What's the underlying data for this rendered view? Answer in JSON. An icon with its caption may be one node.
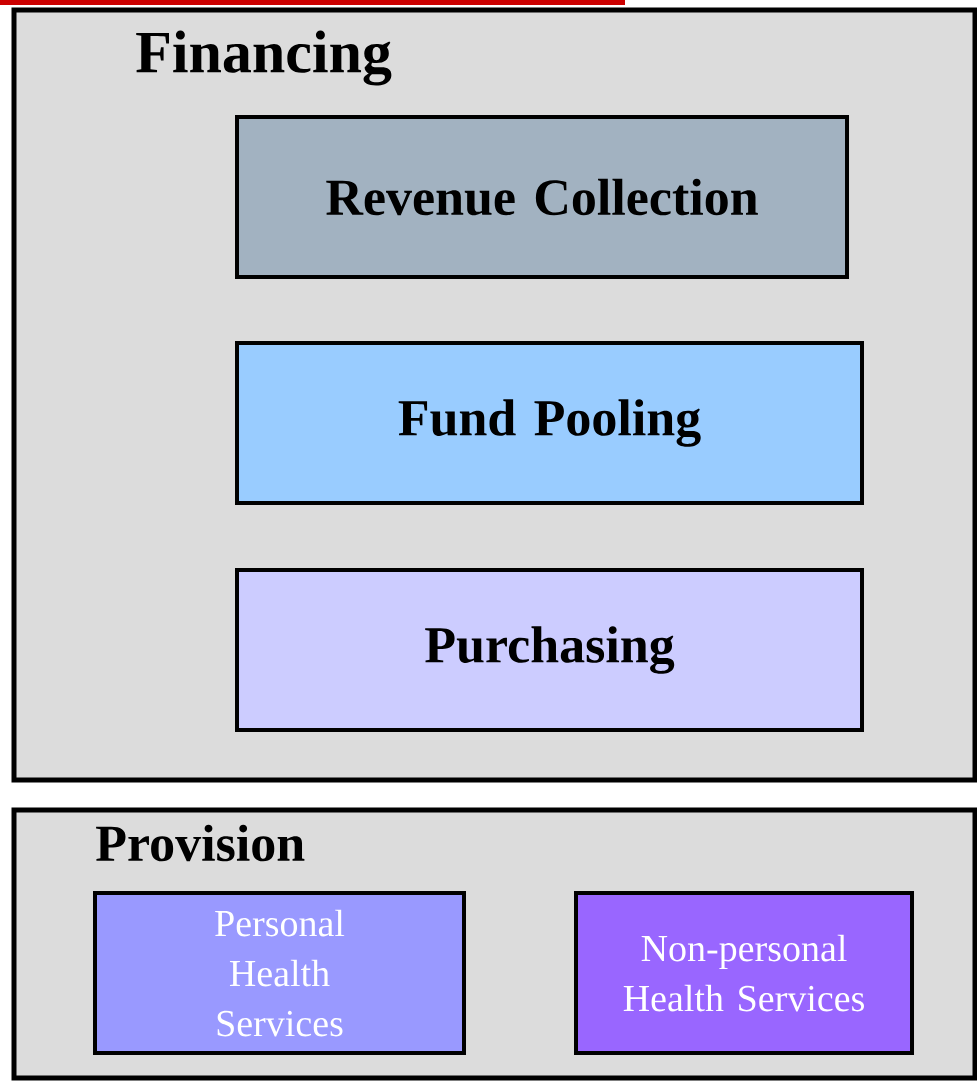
{
  "diagram": {
    "nodes": [
      {
        "text": [
          "Financing"
        ]
      },
      {
        "text": [
          "Revenue Collection"
        ],
        "in": 0
      },
      {
        "text": [
          "Fund Pooling"
        ],
        "in": 0
      },
      {
        "text": [
          "Purchasing"
        ],
        "in": 0
      },
      {
        "text": [
          "Provision"
        ]
      },
      {
        "text": [
          "Personal Health Services"
        ],
        "in": 4
      },
      {
        "text": [
          "Non-personal Health Services"
        ],
        "in": 4
      }
    ]
  }
}
